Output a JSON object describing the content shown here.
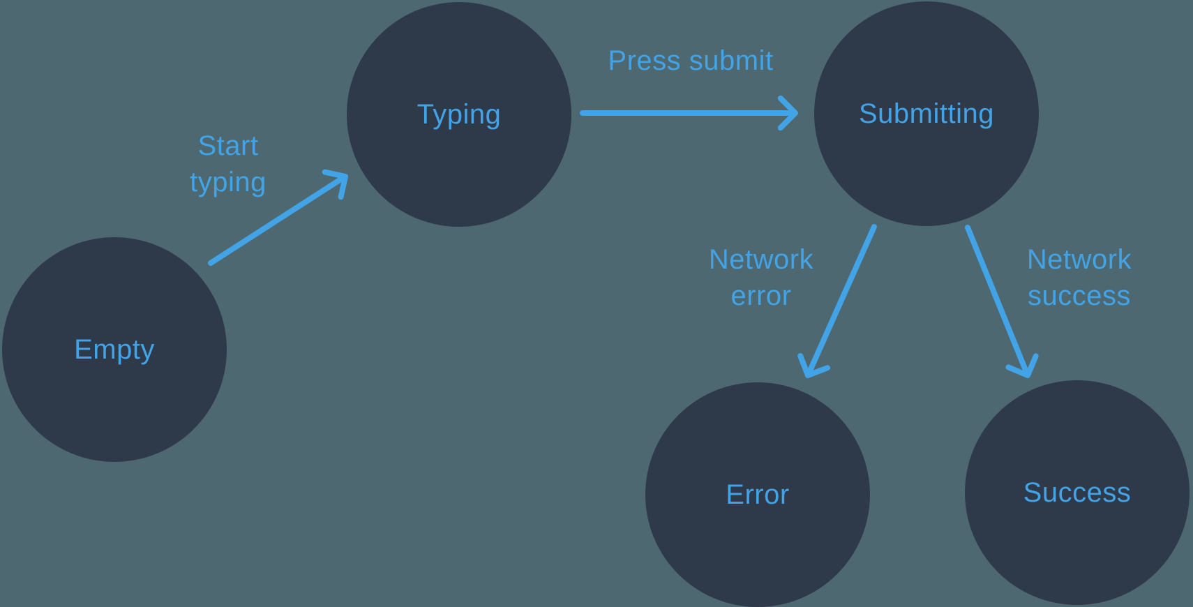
{
  "diagram": {
    "nodes": [
      {
        "id": "empty",
        "label": "Empty"
      },
      {
        "id": "typing",
        "label": "Typing"
      },
      {
        "id": "submitting",
        "label": "Submitting"
      },
      {
        "id": "error",
        "label": "Error"
      },
      {
        "id": "success",
        "label": "Success"
      }
    ],
    "edges": [
      {
        "from": "empty",
        "to": "typing",
        "label": "Start typing",
        "label_lines": [
          "Start",
          "typing"
        ]
      },
      {
        "from": "typing",
        "to": "submitting",
        "label": "Press submit",
        "label_lines": [
          "Press submit"
        ]
      },
      {
        "from": "submitting",
        "to": "error",
        "label": "Network error",
        "label_lines": [
          "Network",
          "error"
        ]
      },
      {
        "from": "submitting",
        "to": "success",
        "label": "Network success",
        "label_lines": [
          "Network",
          "success"
        ]
      }
    ]
  },
  "colors": {
    "background": "#4D6870",
    "node_fill": "#2E3A49",
    "accent_blue": "#42A3E7"
  }
}
